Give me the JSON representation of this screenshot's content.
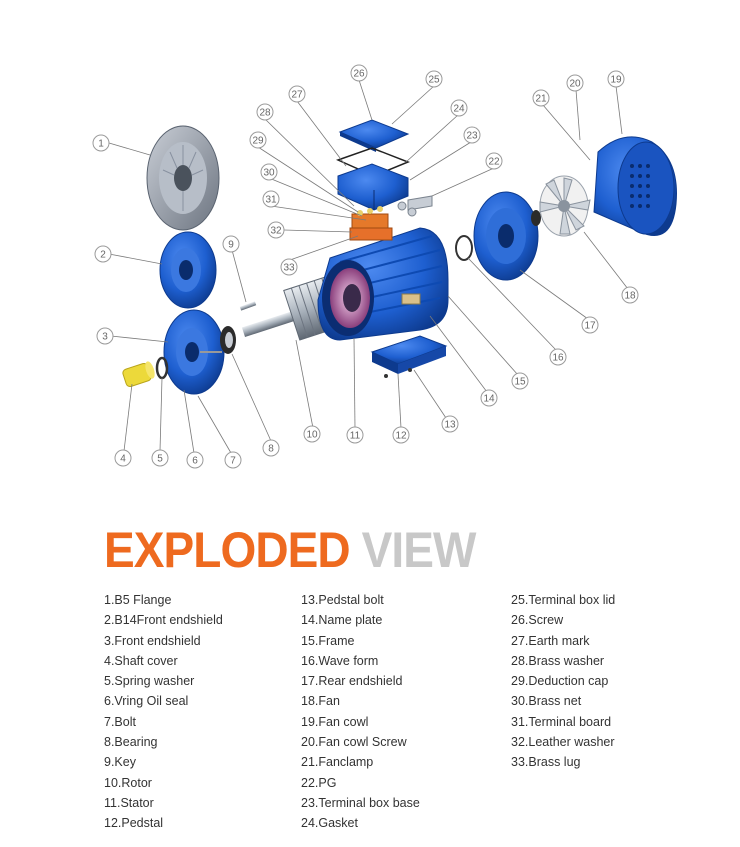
{
  "heading": {
    "part1": "EXPLODED",
    "part2": "VIEW"
  },
  "colors": {
    "accent": "#ee6a1f",
    "muted": "#c8c8c8",
    "motor_blue": "#1e5fd0",
    "text": "#333333"
  },
  "callouts": [
    "1",
    "2",
    "3",
    "4",
    "5",
    "6",
    "7",
    "8",
    "9",
    "10",
    "11",
    "12",
    "13",
    "14",
    "15",
    "16",
    "17",
    "18",
    "19",
    "20",
    "21",
    "22",
    "23",
    "24",
    "25",
    "26",
    "27",
    "28",
    "29",
    "30",
    "31",
    "32",
    "33"
  ],
  "legend": {
    "col1": [
      "1.B5 Flange",
      "2.B14Front endshield",
      "3.Front endshield",
      "4.Shaft cover",
      "5.Spring washer",
      "6.Vring Oil seal",
      "7.Bolt",
      "8.Bearing",
      "9.Key",
      "10.Rotor",
      "11.Stator",
      "12.Pedstal"
    ],
    "col2": [
      "13.Pedstal bolt",
      "14.Name plate",
      "15.Frame",
      "16.Wave form",
      "17.Rear endshield",
      "18.Fan",
      "19.Fan cowl",
      "20.Fan cowl Screw",
      "21.Fanclamp",
      "22.PG",
      "23.Terminal box base",
      "24.Gasket"
    ],
    "col3": [
      "25.Terminal box lid",
      "26.Screw",
      "27.Earth mark",
      "28.Brass washer",
      "29.Deduction cap",
      "30.Brass net",
      "31.Terminal board",
      "32.Leather washer",
      "33.Brass lug"
    ]
  }
}
